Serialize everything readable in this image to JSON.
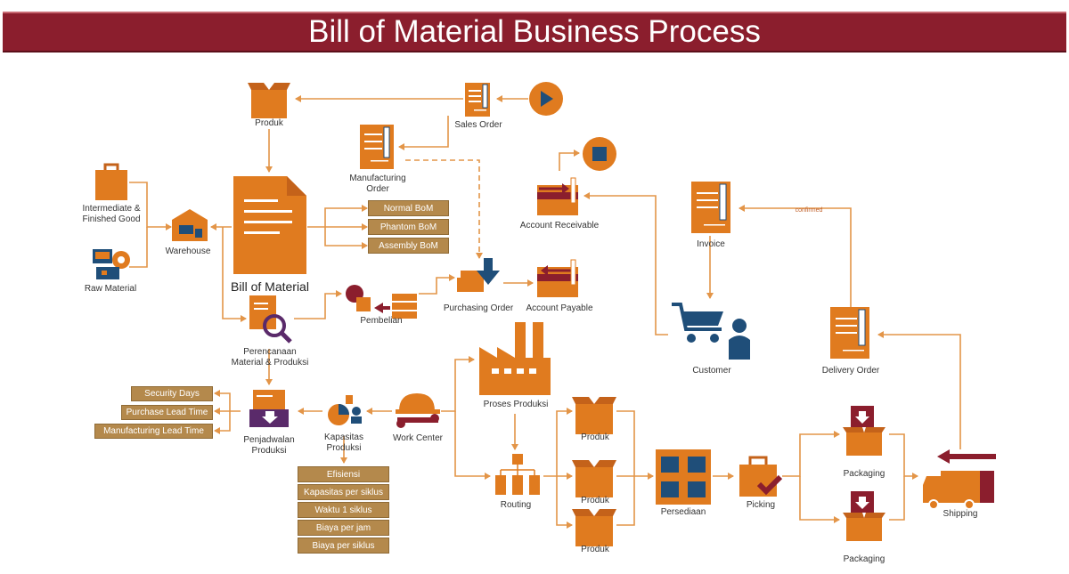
{
  "title": "Bill of Material Business Process",
  "colors": {
    "orange": "#e07b1f",
    "orange_dark": "#c4621a",
    "navy": "#1f4e79",
    "maroon": "#8b1e2d",
    "tan": "#b4894c",
    "line": "#e39548"
  },
  "nodes": {
    "produk_top": "Produk",
    "sales_order": "Sales Order",
    "manufacturing_order": "Manufacturing\nOrder",
    "intermediate": "Intermediate &\nFinished Good",
    "raw_material": "Raw Material",
    "warehouse": "Warehouse",
    "bill_of_material": "Bill of Material",
    "account_receivable": "Account Receivable",
    "account_payable": "Account Payable",
    "invoice": "Invoice",
    "confirmed": "confirmed",
    "pembelian": "Pembelian",
    "purchasing_order": "Purchasing Order",
    "perencanaan": "Perencanaan\nMaterial & Produksi",
    "customer": "Customer",
    "delivery_order": "Delivery Order",
    "proses_produksi": "Proses Produksi",
    "penjadwalan": "Penjadwalan\nProduksi",
    "kapasitas": "Kapasitas\nProduksi",
    "work_center": "Work Center",
    "routing": "Routing",
    "produk_1": "Produk",
    "produk_2": "Produk",
    "produk_3": "Produk",
    "persediaan": "Persediaan",
    "picking": "Picking",
    "packaging_1": "Packaging",
    "packaging_2": "Packaging",
    "shipping": "Shipping"
  },
  "bom_types": [
    "Normal BoM",
    "Phantom BoM",
    "Assembly BoM"
  ],
  "schedule_params": [
    "Security Days",
    "Purchase Lead Time",
    "Manufacturing Lead Time"
  ],
  "capacity_params": [
    "Efisiensi",
    "Kapasitas per siklus",
    "Waktu 1 siklus",
    "Biaya per jam",
    "Biaya per siklus"
  ]
}
